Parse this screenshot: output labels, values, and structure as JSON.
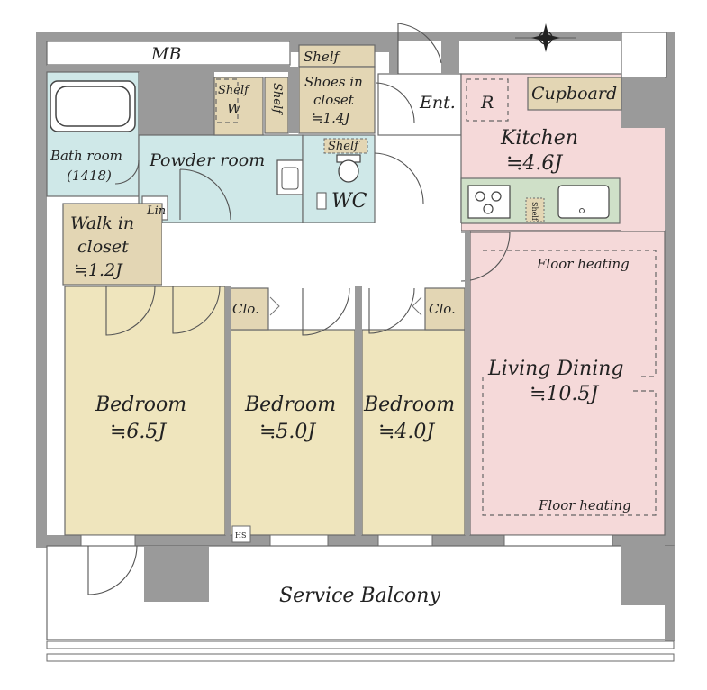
{
  "labels": {
    "mb": "MB",
    "shelf_top": "Shelf",
    "shoes_closet": [
      "Shoes in",
      "closet",
      "≒1.4J"
    ],
    "shelf_w": "Shelf",
    "w_mark": "W",
    "shelf_vertical": "Shelf",
    "entrance": "Ent.",
    "refrigerator": "R",
    "cupboard": "Cupboard",
    "kitchen": [
      "Kitchen",
      "≒4.6J"
    ],
    "bath_room": [
      "Bath room",
      "(1418)"
    ],
    "powder_room": "Powder room",
    "shelf_wc": "Shelf",
    "wc": "WC",
    "linen": "Lin",
    "shelf_kitchen": "Shelf",
    "walk_in_closet": [
      "Walk in",
      "closet",
      "≒1.2J"
    ],
    "floor_heating_top": "Floor heating",
    "floor_heating_bottom": "Floor heating",
    "living_dining": [
      "Living Dining",
      "≒10.5J"
    ],
    "closet_1": "Clo.",
    "closet_2": "Clo.",
    "bedroom_1": [
      "Bedroom",
      "≒6.5J"
    ],
    "bedroom_2": [
      "Bedroom",
      "≒5.0J"
    ],
    "bedroom_3": [
      "Bedroom",
      "≒4.0J"
    ],
    "hs": "HS",
    "service_balcony": "Service Balcony"
  },
  "colors": {
    "wall": "#9a9a9a",
    "bedroom": "#efe5bd",
    "storage": "#e3d6b4",
    "wet_area": "#cfe8e8",
    "living_kitchen": "#f5d9d9",
    "corridor": "#ffffff",
    "balcony": "#ffffff"
  },
  "icons": [
    "compass-icon",
    "bathtub-icon",
    "toilet-icon",
    "sink-icon",
    "stove-icon",
    "kitchen-sink-icon"
  ]
}
